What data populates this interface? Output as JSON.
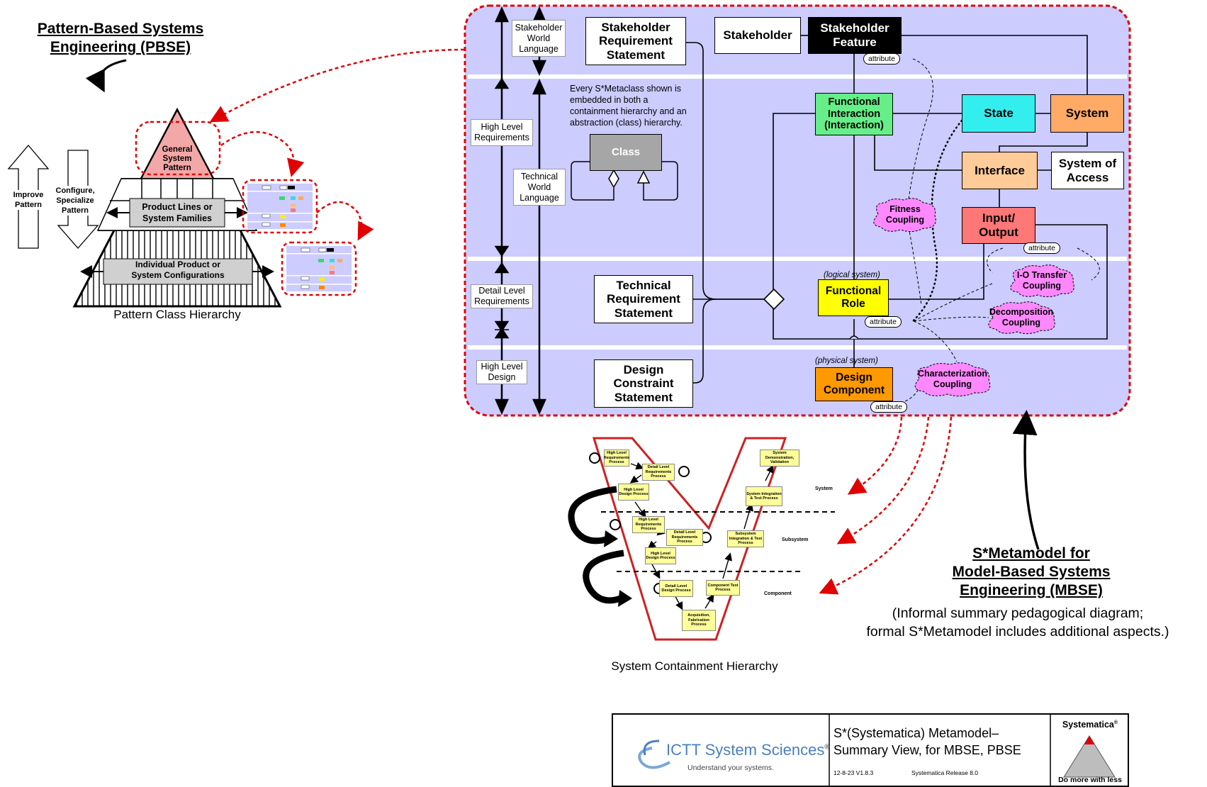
{
  "pbse": {
    "title_line1": "Pattern-Based Systems",
    "title_line2": "Engineering (PBSE)",
    "improve": "Improve Pattern",
    "configure": "Configure, Specialize Pattern",
    "general": "General System Pattern",
    "product_lines": "Product Lines or System Families",
    "individual": "Individual Product or System Configurations",
    "caption": "Pattern Class Hierarchy"
  },
  "meta": {
    "bands": {
      "stakeholder_world": "Stakeholder World Language",
      "high_level_req": "High Level Requirements",
      "technical_world": "Technical World Language",
      "detail_level_req": "Detail Level Requirements",
      "high_level_design": "High Level Design"
    },
    "note": "Every S*Metaclass shown is embedded in both a containment hierarchy and an abstraction (class) hierarchy.",
    "class": "Class",
    "stakeholder_req": "Stakeholder Requirement Statement",
    "technical_req": "Technical Requirement Statement",
    "design_constraint": "Design Constraint Statement",
    "stakeholder": "Stakeholder",
    "stakeholder_feature": "Stakeholder Feature",
    "functional_interaction": "Functional Interaction (Interaction)",
    "state": "State",
    "system": "System",
    "interface": "Interface",
    "system_of_access": "System of Access",
    "input_output": "Input/ Output",
    "functional_role": "Functional Role",
    "design_component": "Design Component",
    "logical_system": "(logical system)",
    "physical_system": "(physical system)",
    "attribute": "attribute",
    "fitness": "Fitness Coupling",
    "io_transfer": "I-O Transfer Coupling",
    "decomposition": "Decomposition Coupling",
    "characterization": "Characterization Coupling"
  },
  "vee": {
    "caption": "System Containment Hierarchy",
    "levels": [
      "System",
      "Subsystem",
      "Component"
    ],
    "boxes": [
      "High Level Requirements Process",
      "Detail Level Requirements Process",
      "High Level Design Process",
      "High Level Requirements Process",
      "Detail Level Requirements Process",
      "High Level Design Process",
      "Detail Level Design Process",
      "Acquisition, Fabrication Process",
      "Component Test Process",
      "Subsystem Integration & Test Process",
      "System Integration & Test Process",
      "System Demonstration, Validation"
    ]
  },
  "mbse": {
    "title_line1": "S*Metamodel for",
    "title_line2": "Model-Based Systems",
    "title_line3": "Engineering (MBSE)",
    "sub_line1": "(Informal summary pedagogical diagram;",
    "sub_line2": "formal S*Metamodel includes additional aspects.)"
  },
  "footer": {
    "company": "ICTT System Sciences",
    "reg": "®",
    "tagline": "Understand your systems.",
    "title_line1": "S*(Systematica) Metamodel–",
    "title_line2": "Summary View, for MBSE, PBSE",
    "version": "12-8-23  V1.8.3",
    "release": "Systematica Release 8.0",
    "brand": "Systematica",
    "brand_reg": "®",
    "slogan": "Do more with less"
  }
}
